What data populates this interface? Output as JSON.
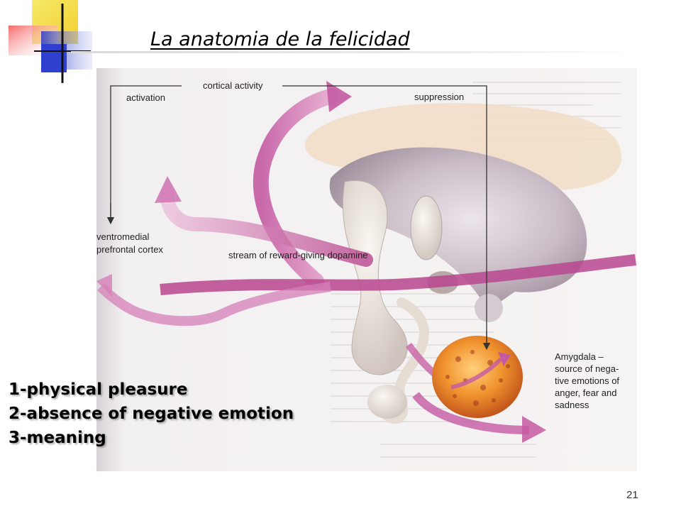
{
  "slide": {
    "title": "La anatomia de la felicidad",
    "page_number": "21"
  },
  "figure": {
    "labels": {
      "cortical_activity": "cortical activity",
      "activation": "activation",
      "suppression": "suppression",
      "vmpfc_line1": "ventromedial",
      "vmpfc_line2": "prefrontal cortex",
      "dopamine": "stream of reward-giving dopamine",
      "amygdala_line1": "Amygdala –",
      "amygdala_line2": "source of nega-",
      "amygdala_line3": "tive emotions of",
      "amygdala_line4": "anger, fear and",
      "amygdala_line5": "sadness"
    }
  },
  "list": {
    "items": [
      "1-physical pleasure",
      "2-absence of negative emotion",
      "3-meaning"
    ]
  },
  "colors": {
    "deco_yellow": "#f4e04d",
    "deco_red": "#f04a4a",
    "deco_blue": "#3344cc",
    "arrow_pink": "#c0569e",
    "amygdala_orange": "#e8892e"
  }
}
